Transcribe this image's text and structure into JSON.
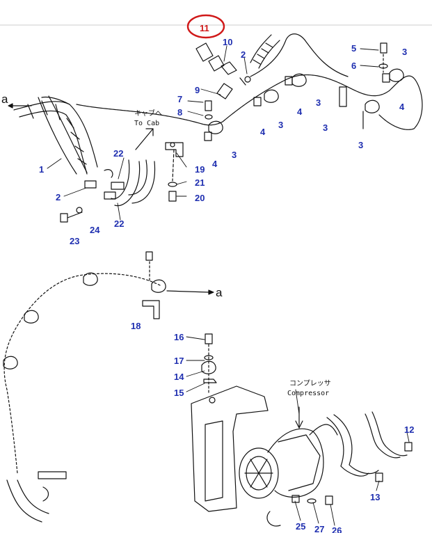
{
  "labels": {
    "p1": "1",
    "p2a": "2",
    "p2b": "2",
    "p3a": "3",
    "p3b": "3",
    "p3c": "3",
    "p3d": "3",
    "p3e": "3",
    "p3f": "3",
    "p4a": "4",
    "p4b": "4",
    "p4c": "4",
    "p4d": "4",
    "p5": "5",
    "p6": "6",
    "p7": "7",
    "p8": "8",
    "p9": "9",
    "p10": "10",
    "p11": "11",
    "p12": "12",
    "p13": "13",
    "p14": "14",
    "p15": "15",
    "p16": "16",
    "p17": "17",
    "p18": "18",
    "p19": "19",
    "p20": "20",
    "p21": "21",
    "p22a": "22",
    "p22b": "22",
    "p23": "23",
    "p24": "24",
    "p25": "25",
    "p26": "26",
    "p27": "27"
  },
  "notes": {
    "to_cab_jp": "キャブへ",
    "to_cab_en": "To Cab",
    "compressor_jp": "コンプレッサ",
    "compressor_en": "Compressor"
  },
  "connector": {
    "top": "a",
    "mid": "a"
  },
  "highlight": {
    "color": "#d01818",
    "part": "11"
  },
  "colors": {
    "label": "#1f2fb0",
    "line": "#111111"
  }
}
